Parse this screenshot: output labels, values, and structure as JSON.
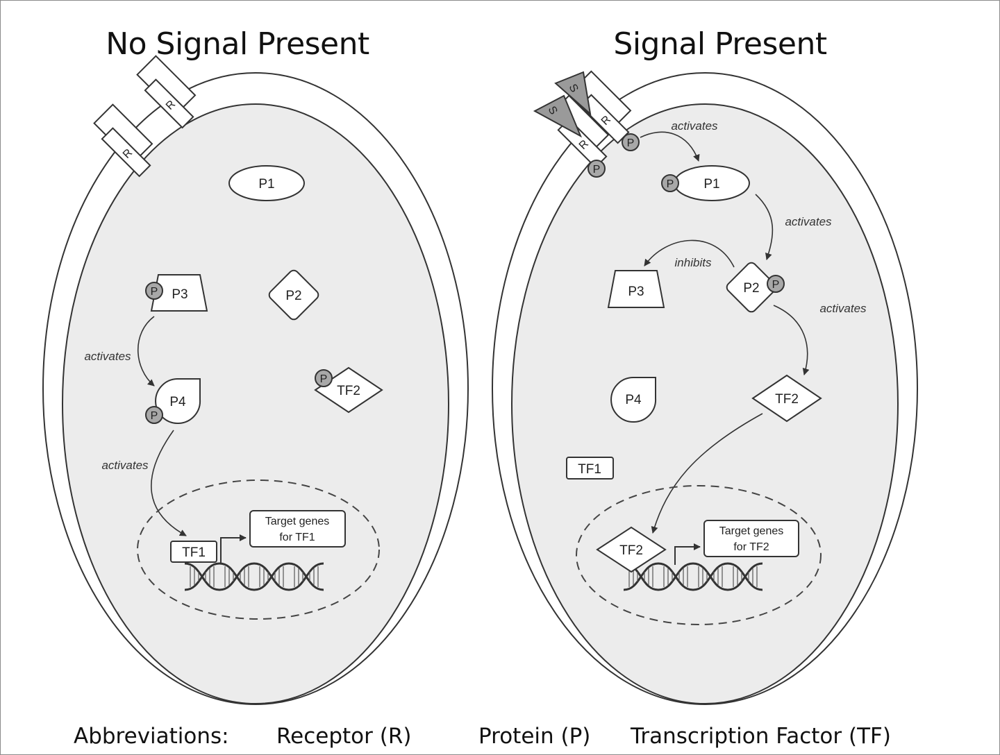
{
  "titles": {
    "left": "No Signal Present",
    "right": "Signal Present"
  },
  "left_cell": {
    "receptor_label": "R",
    "proteins": {
      "p1": "P1",
      "p2": "P2",
      "p3": "P3",
      "p4": "P4",
      "tf2": "TF2",
      "tf1": "TF1"
    },
    "phospho_label": "P",
    "edges": {
      "p3_to_p4": "activates",
      "p4_to_tf1": "activates"
    },
    "target_genes": {
      "line1": "Target genes",
      "line2": "for TF1"
    }
  },
  "right_cell": {
    "receptor_label": "R",
    "signal_label": "S",
    "proteins": {
      "p1": "P1",
      "p2": "P2",
      "p3": "P3",
      "p4": "P4",
      "tf2": "TF2",
      "tf1": "TF1",
      "tf2_bound": "TF2"
    },
    "phospho_label": "P",
    "edges": {
      "r_to_p1": "activates",
      "p1_to_p2": "activates",
      "p2_to_p3": "inhibits",
      "p2_to_tf2": "activates"
    },
    "target_genes": {
      "line1": "Target genes",
      "line2": "for TF2"
    }
  },
  "footer": {
    "abbreviations": "Abbreviations:",
    "receptor": "Receptor (R)",
    "protein": "Protein (P)",
    "tf": "Transcription Factor (TF)"
  },
  "colors": {
    "cytoplasm": "#ececec",
    "membrane": "#ffffff",
    "stroke": "#333333",
    "signal": "#9a9a9a",
    "phospho": "#a8a8a8"
  }
}
